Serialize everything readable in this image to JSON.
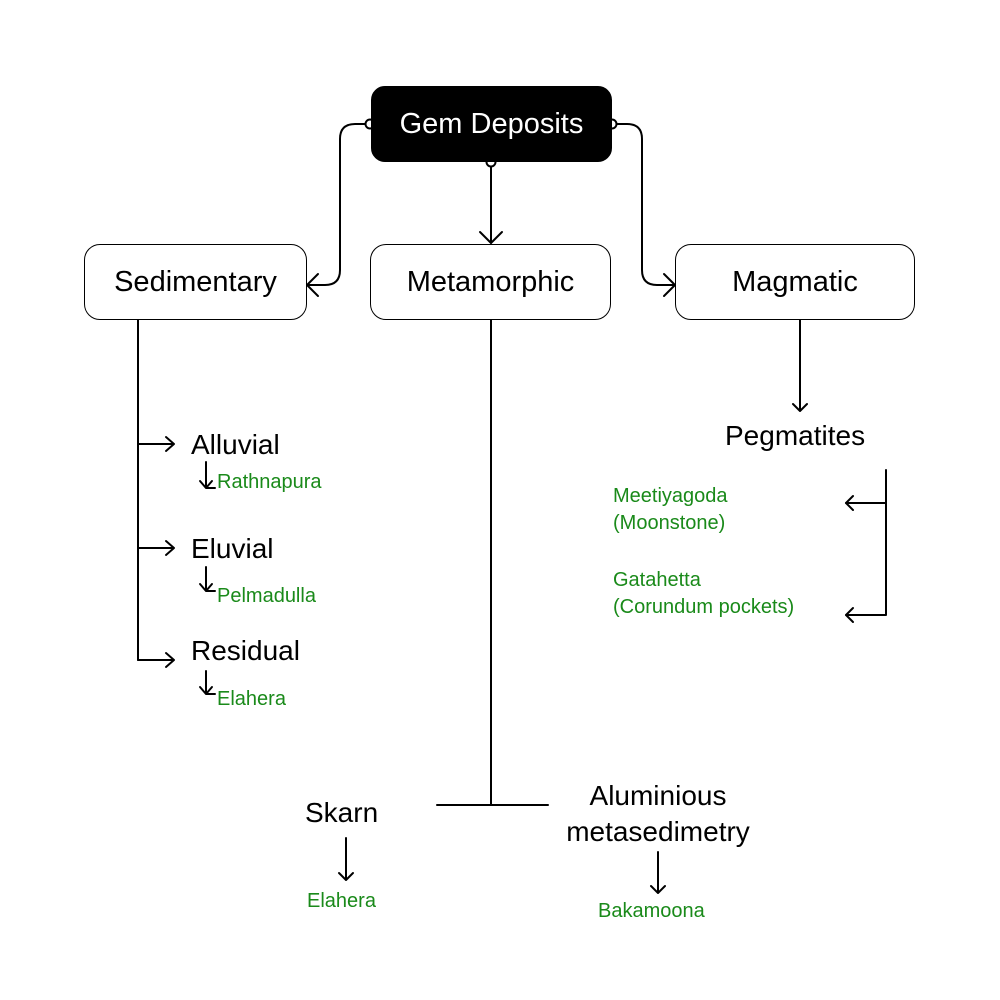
{
  "colors": {
    "line": "#000000",
    "root_fill": "#000000",
    "root_text": "#ffffff",
    "location_text": "#1a8a1a"
  },
  "root": {
    "label": "Gem Deposits"
  },
  "categories": {
    "sedimentary": {
      "label": "Sedimentary"
    },
    "metamorphic": {
      "label": "Metamorphic"
    },
    "magmatic": {
      "label": "Magmatic"
    }
  },
  "sedimentary_types": [
    {
      "label": "Alluvial",
      "location": "Rathnapura"
    },
    {
      "label": "Eluvial",
      "location": "Pelmadulla"
    },
    {
      "label": "Residual",
      "location": "Elahera"
    }
  ],
  "metamorphic_types": [
    {
      "label": "Skarn",
      "location": "Elahera"
    },
    {
      "label_line1": "Aluminious",
      "label_line2": "metasedimetry",
      "location": "Bakamoona"
    }
  ],
  "magmatic_types": [
    {
      "label": "Pegmatites",
      "locations": [
        {
          "line1": "Meetiyagoda",
          "line2": "(Moonstone)"
        },
        {
          "line1": "Gatahetta",
          "line2": "(Corundum pockets)"
        }
      ]
    }
  ]
}
